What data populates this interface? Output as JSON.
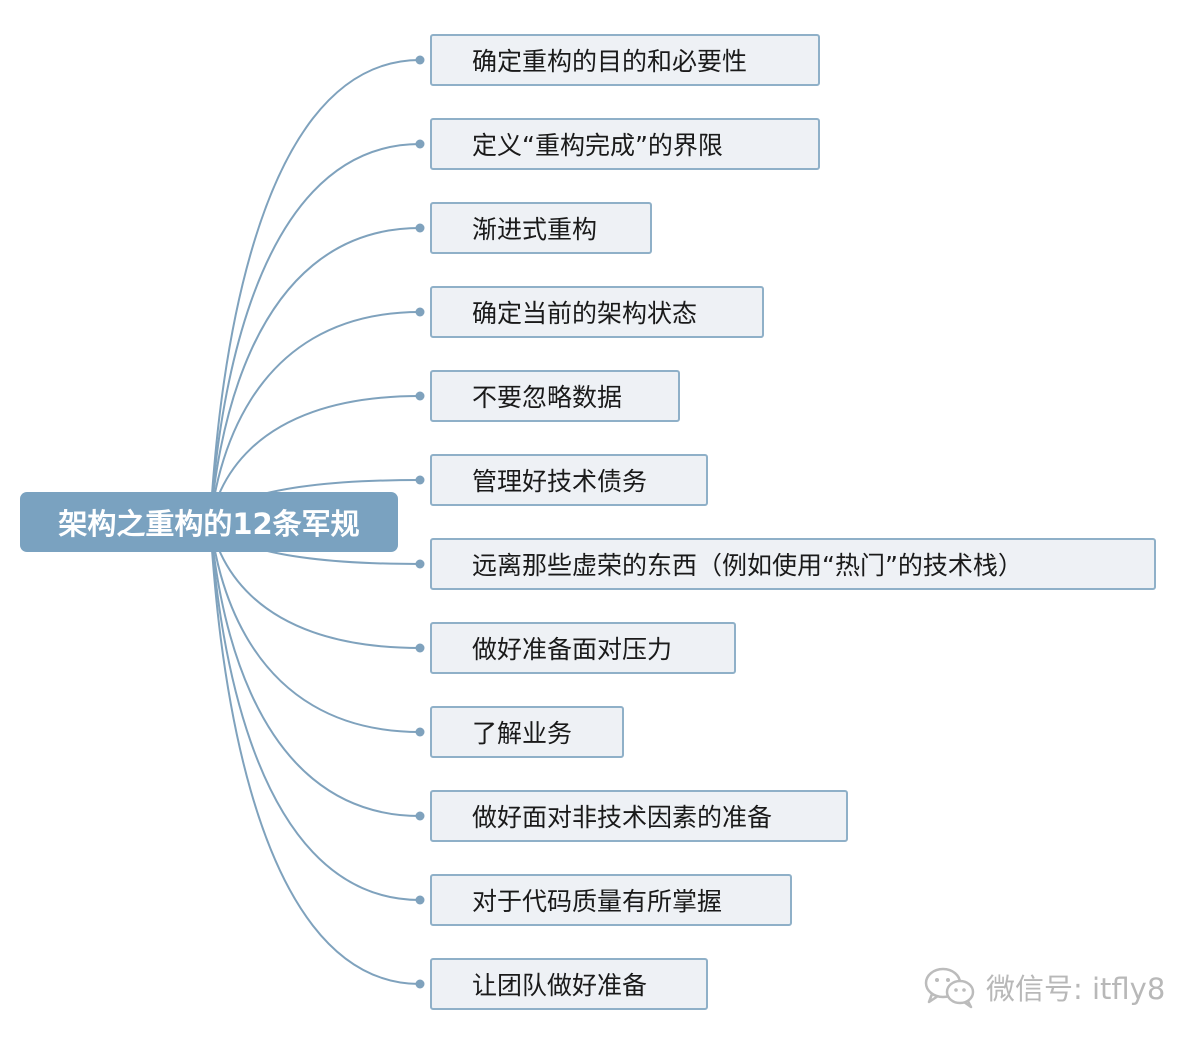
{
  "mindmap": {
    "root": "架构之重构的12条军规",
    "items": [
      "确定重构的目的和必要性",
      "定义“重构完成”的界限",
      "渐进式重构",
      "确定当前的架构状态",
      "不要忽略数据",
      "管理好技术债务",
      "远离那些虚荣的东西（例如使用“热门”的技术栈）",
      "做好准备面对压力",
      "了解业务",
      "做好面对非技术因素的准备",
      "对于代码质量有所掌握",
      "让团队做好准备"
    ]
  },
  "watermark": {
    "icon": "wechat-icon",
    "text": "微信号: itfly8"
  },
  "colors": {
    "root_fill": "#7aa2c0",
    "node_fill": "#eef1f5",
    "node_border": "#8fb0c8",
    "link": "#7fa2bd"
  }
}
